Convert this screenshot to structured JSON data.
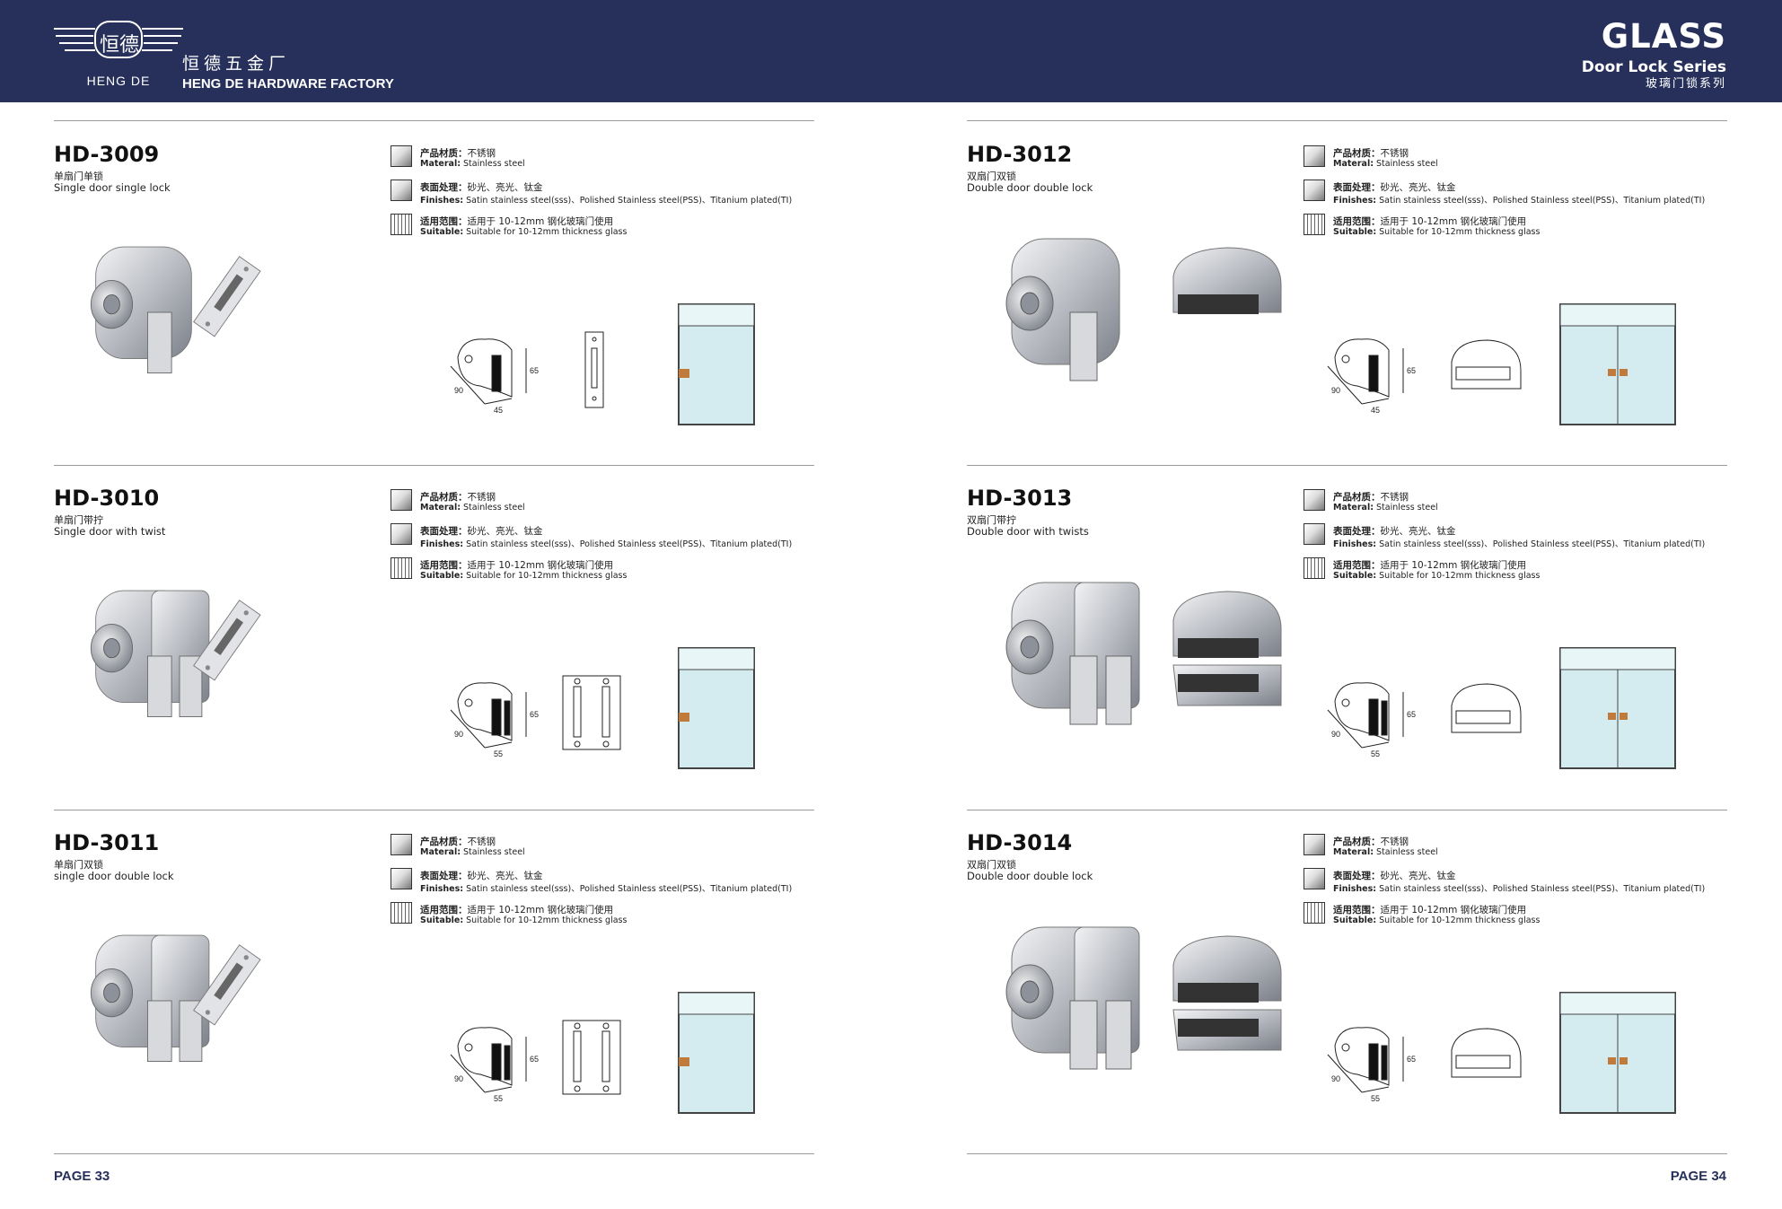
{
  "header": {
    "brand_cn": "恒德五金厂",
    "brand_en": "HENG DE HARDWARE FACTORY",
    "logo_text": "恒德",
    "logo_caption": "HENG DE",
    "title": "GLASS",
    "subtitle": "Door Lock Series",
    "subtitle_cn": "玻璃门锁系列"
  },
  "spec_labels": {
    "material_cn": "产品材质：",
    "material_en": "Materal:",
    "finish_cn": "表面处理：",
    "finish_en": "Finishes:",
    "suitable_cn": "适用范围：",
    "suitable_en": "Suitable:"
  },
  "products": [
    {
      "code": "HD-3009",
      "name_cn": "单扇门单锁",
      "name_en": "Single door single lock",
      "material_cn": "不锈钢",
      "material_en": "Stainless steel",
      "finish_cn": "砂光、亮光、钛金",
      "finish_en": "Satin stainless steel(sss)、Polished Stainless steel(PSS)、Titanium plated(TI)",
      "suitable_cn": "适用于 10-12mm 钢化玻璃门使用",
      "suitable_en": "Suitable for 10-12mm thickness glass",
      "dims": {
        "a": "90",
        "b": "45",
        "c": "65"
      }
    },
    {
      "code": "HD-3010",
      "name_cn": "单扇门带拧",
      "name_en": "Single door with twist",
      "material_cn": "不锈钢",
      "material_en": "Stainless steel",
      "finish_cn": "砂光、亮光、钛金",
      "finish_en": "Satin stainless steel(sss)、Polished Stainless steel(PSS)、Titanium plated(TI)",
      "suitable_cn": "适用于 10-12mm 钢化玻璃门使用",
      "suitable_en": "Suitable for 10-12mm thickness glass",
      "dims": {
        "a": "90",
        "b": "55",
        "c": "65"
      }
    },
    {
      "code": "HD-3011",
      "name_cn": "单扇门双锁",
      "name_en": "single door double lock",
      "material_cn": "不锈钢",
      "material_en": "Stainless steel",
      "finish_cn": "砂光、亮光、钛金",
      "finish_en": "Satin stainless steel(sss)、Polished Stainless steel(PSS)、Titanium plated(TI)",
      "suitable_cn": "适用于 10-12mm 钢化玻璃门使用",
      "suitable_en": "Suitable for 10-12mm thickness glass",
      "dims": {
        "a": "90",
        "b": "55",
        "c": "65"
      }
    },
    {
      "code": "HD-3012",
      "name_cn": "双扇门双锁",
      "name_en": "Double door double lock",
      "material_cn": "不锈钢",
      "material_en": "Stainless steel",
      "finish_cn": "砂光、亮光、钛金",
      "finish_en": "Satin stainless steel(sss)、Polished Stainless steel(PSS)、Titanium plated(TI)",
      "suitable_cn": "适用于 10-12mm 钢化玻璃门使用",
      "suitable_en": "Suitable for 10-12mm thickness glass",
      "dims": {
        "a": "90",
        "b": "45",
        "c": "65"
      }
    },
    {
      "code": "HD-3013",
      "name_cn": "双扇门带拧",
      "name_en": "Double door with twists",
      "material_cn": "不锈钢",
      "material_en": "Stainless steel",
      "finish_cn": "砂光、亮光、钛金",
      "finish_en": "Satin stainless steel(sss)、Polished Stainless steel(PSS)、Titanium plated(TI)",
      "suitable_cn": "适用于 10-12mm 钢化玻璃门使用",
      "suitable_en": "Suitable for 10-12mm thickness glass",
      "dims": {
        "a": "90",
        "b": "55",
        "c": "65"
      }
    },
    {
      "code": "HD-3014",
      "name_cn": "双扇门双锁",
      "name_en": "Double door double lock",
      "material_cn": "不锈钢",
      "material_en": "Stainless steel",
      "finish_cn": "砂光、亮光、钛金",
      "finish_en": "Satin stainless steel(sss)、Polished Stainless steel(PSS)、Titanium plated(TI)",
      "suitable_cn": "适用于 10-12mm 钢化玻璃门使用",
      "suitable_en": "Suitable for 10-12mm thickness glass",
      "dims": {
        "a": "90",
        "b": "55",
        "c": "65"
      }
    }
  ],
  "footer": {
    "page_left": "PAGE 33",
    "page_right": "PAGE 34"
  },
  "colors": {
    "header_bg": "#26305a",
    "glass": "#d4ecef",
    "handle": "#c07a3c"
  }
}
